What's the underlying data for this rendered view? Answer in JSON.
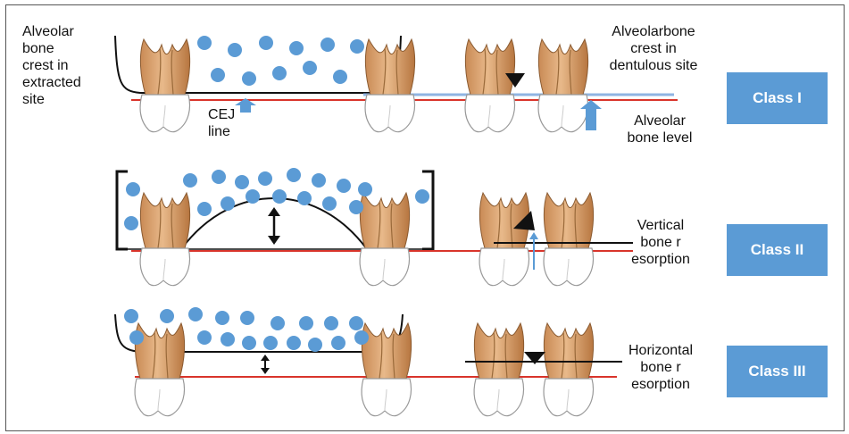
{
  "labels": {
    "alveolar_bone_crest_extracted": "Alveolar\nbone\ncrest in\nextracted\nsite",
    "cej_line": "CEJ\nline",
    "alveolar_bone_crest_dentulous": "Alveolarbone\ncrest in\ndentulous site",
    "alveolar_bone_level": "Alveolar\nbone level",
    "vertical_bone_resorption": "Vertical\nbone r\nesorption",
    "horizontal_bone_resorption": "Horizontal\nbone r\nesorption"
  },
  "classes": [
    "Class I",
    "Class II",
    "Class III"
  ],
  "colors": {
    "class_box": "#5b9bd5",
    "cej_line": "#d9342b",
    "bone_level_line": "#8fb4e3",
    "dot": "#5b9bd5",
    "arrow": "#5b9bd5"
  }
}
